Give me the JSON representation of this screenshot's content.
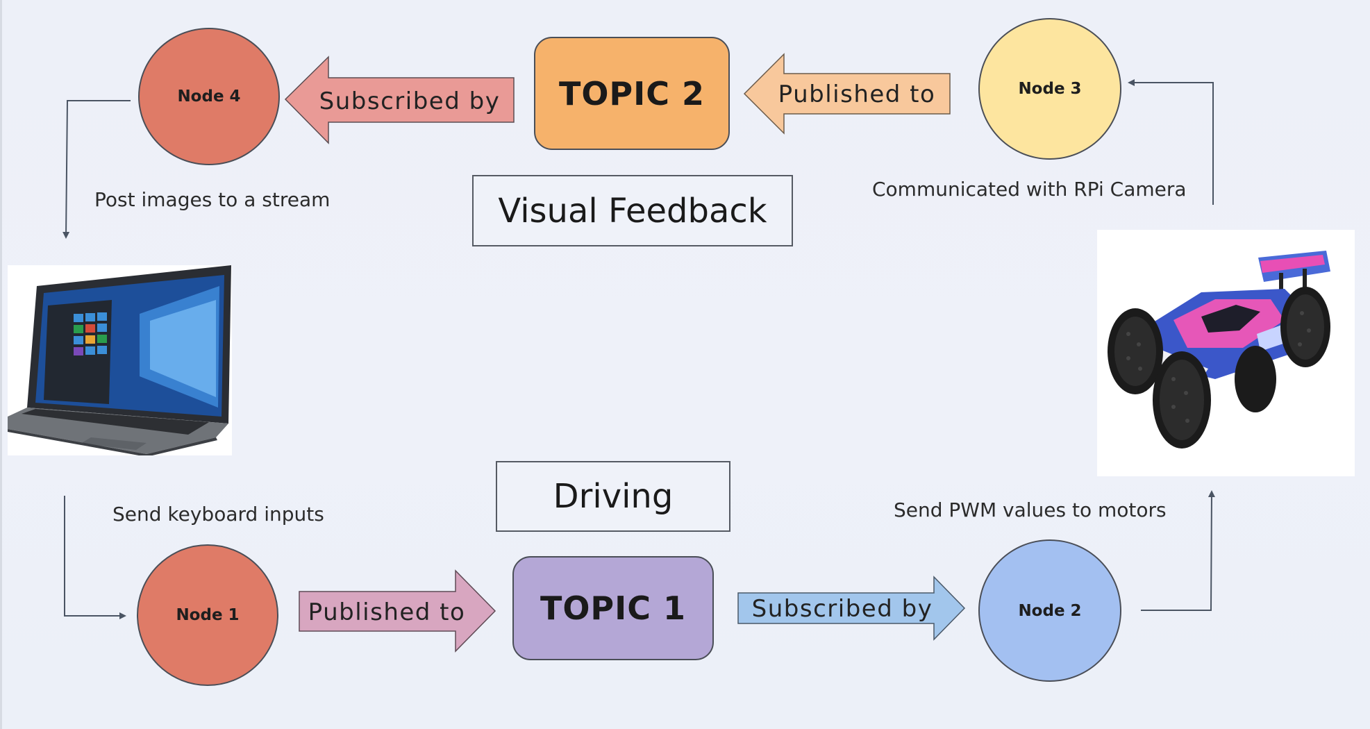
{
  "diagram": {
    "sections": {
      "visual_feedback": "Visual Feedback",
      "driving": "Driving"
    },
    "topics": {
      "topic1": "TOPIC 1",
      "topic2": "TOPIC 2"
    },
    "nodes": {
      "node1": "Node 1",
      "node2": "Node 2",
      "node3": "Node 3",
      "node4": "Node 4"
    },
    "arrows": {
      "node1_to_topic1": "Published to",
      "topic1_to_node2": "Subscribed by",
      "node3_to_topic2": "Published to",
      "topic2_to_node4": "Subscribed by"
    },
    "annotations": {
      "node4_action": "Post images to a stream",
      "laptop_action": "Send keyboard inputs",
      "node2_action": "Send PWM values to motors",
      "node3_action": "Communicated with RPi Camera"
    },
    "images": {
      "laptop": "laptop-image",
      "rc_car": "rc-car-image"
    },
    "colors": {
      "node_red": "#df7b67",
      "node_blue": "#a3c0f1",
      "node_yellow": "#fde59f",
      "topic1_purple": "#b4a7d6",
      "topic2_orange": "#f6b26b",
      "arrow_pink_red": "#e99a96",
      "arrow_peach": "#f8c89c",
      "arrow_pink": "#d8a6c0",
      "arrow_blue": "#a2c6ec",
      "connector": "#4a5463"
    }
  }
}
